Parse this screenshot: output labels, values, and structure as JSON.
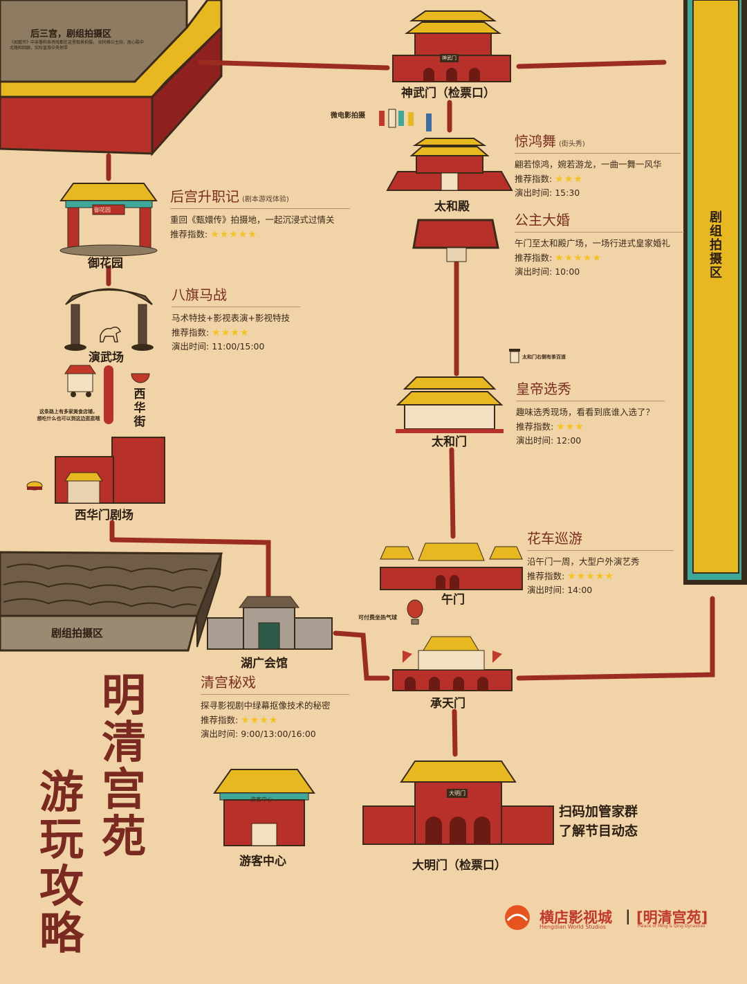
{
  "title": {
    "line1": "明清宫苑",
    "line2": "游玩攻略"
  },
  "zones": {
    "top_left_label": "后三宫，剧组拍摄区",
    "top_left_note": "《如懿传》中亲眷和各场戏都在这里取景拍摄，  如同格公主府、居心殿中北路和回廊，实际皇族中央地带",
    "right_zone": "剧组拍摄区",
    "bottom_left_zone": "剧组拍摄区"
  },
  "places": {
    "shenwumen": "神武门（检票口）",
    "taihedian": "太和殿",
    "yuhuayuan": "御花园",
    "yanwuchang": "演武场",
    "xihuajie": "西华街",
    "xihuamen": "西华门剧场",
    "taihemen": "太和门",
    "wumen": "午门",
    "huguang": "湖广会馆",
    "chengtianmen": "承天门",
    "damingmen": "大明门（检票口）",
    "visitor_center": "游客中心"
  },
  "notes": {
    "micro_film": "微电影拍摄",
    "tea": "太和门右侧有茶百道",
    "balloon": "可付费坐热气球",
    "street_food": "这条路上有多家美食店铺，\n想吃什么也可以到这边逛逛哦"
  },
  "shows": [
    {
      "id": "jinghongwu",
      "title": "惊鸿舞",
      "sub": "(街头秀)",
      "desc": "翩若惊鸿，婉若游龙，一曲一舞一风华",
      "rating_label": "推荐指数:",
      "stars": 3,
      "time_label": "演出时间:",
      "time": "15:30"
    },
    {
      "id": "gongzhu",
      "title": "公主大婚",
      "sub": "",
      "desc": "午门至太和殿广场，一场行进式皇家婚礼",
      "rating_label": "推荐指数:",
      "stars": 5,
      "time_label": "演出时间:",
      "time": "10:00"
    },
    {
      "id": "houhong",
      "title": "后宫升职记",
      "sub": "(剧本游戏体验)",
      "desc": "重回《甄嬛传》拍摄地，一起沉浸式过情关",
      "rating_label": "推荐指数:",
      "stars": 5,
      "time_label": "",
      "time": ""
    },
    {
      "id": "baqi",
      "title": "八旗马战",
      "sub": "",
      "desc": "马术特技+影视表演+影视特技",
      "rating_label": "推荐指数:",
      "stars": 4,
      "time_label": "演出时间:",
      "time": "11:00/15:00"
    },
    {
      "id": "huangdi",
      "title": "皇帝选秀",
      "sub": "",
      "desc": "趣味选秀现场，看看到底谁入选了？",
      "rating_label": "推荐指数:",
      "stars": 3,
      "time_label": "演出时间:",
      "time": "12:00"
    },
    {
      "id": "huache",
      "title": "花车巡游",
      "sub": "",
      "desc": "沿午门一周，大型户外演艺秀",
      "rating_label": "推荐指数:",
      "stars": 5,
      "time_label": "演出时间:",
      "time": "14:00"
    },
    {
      "id": "qinggong",
      "title": "清宫秘戏",
      "sub": "",
      "desc": "探寻影视剧中绿幕抠像技术的秘密",
      "rating_label": "推荐指数:",
      "stars": 4,
      "time_label": "演出时间:",
      "time": "9:00/13:00/16:00"
    }
  ],
  "qr": {
    "line1": "扫码加管家群",
    "line2": "了解节目动态"
  },
  "logo": {
    "brand_cn": "横店影视城",
    "brand_en": "Hengdian World Studios",
    "sep": "|",
    "park_cn": "[明清宫苑]",
    "park_en": "Palace of Ming & Qing Dynasties"
  },
  "signboards": {
    "shenwu": "神武门",
    "yuhua": "御花园",
    "visitor": "游客中心",
    "daming": "大明门"
  },
  "colors": {
    "bg": "#f0d3a7",
    "path": "#9b2c22",
    "roof": "#e8b820",
    "wall": "#b8302a",
    "ink": "#2a1d12"
  }
}
